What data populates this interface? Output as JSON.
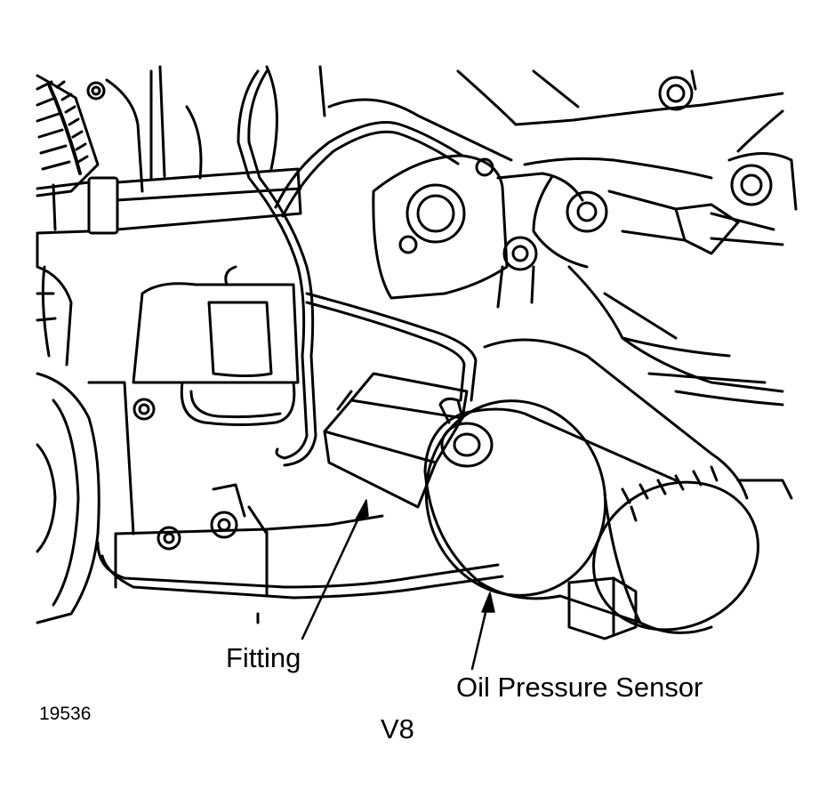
{
  "labels": {
    "fitting": "Fitting",
    "oil_pressure_sensor": "Oil Pressure Sensor",
    "figure_number": "19536",
    "engine": "V8"
  },
  "colors": {
    "ink": "#000000",
    "paper": "#ffffff"
  }
}
